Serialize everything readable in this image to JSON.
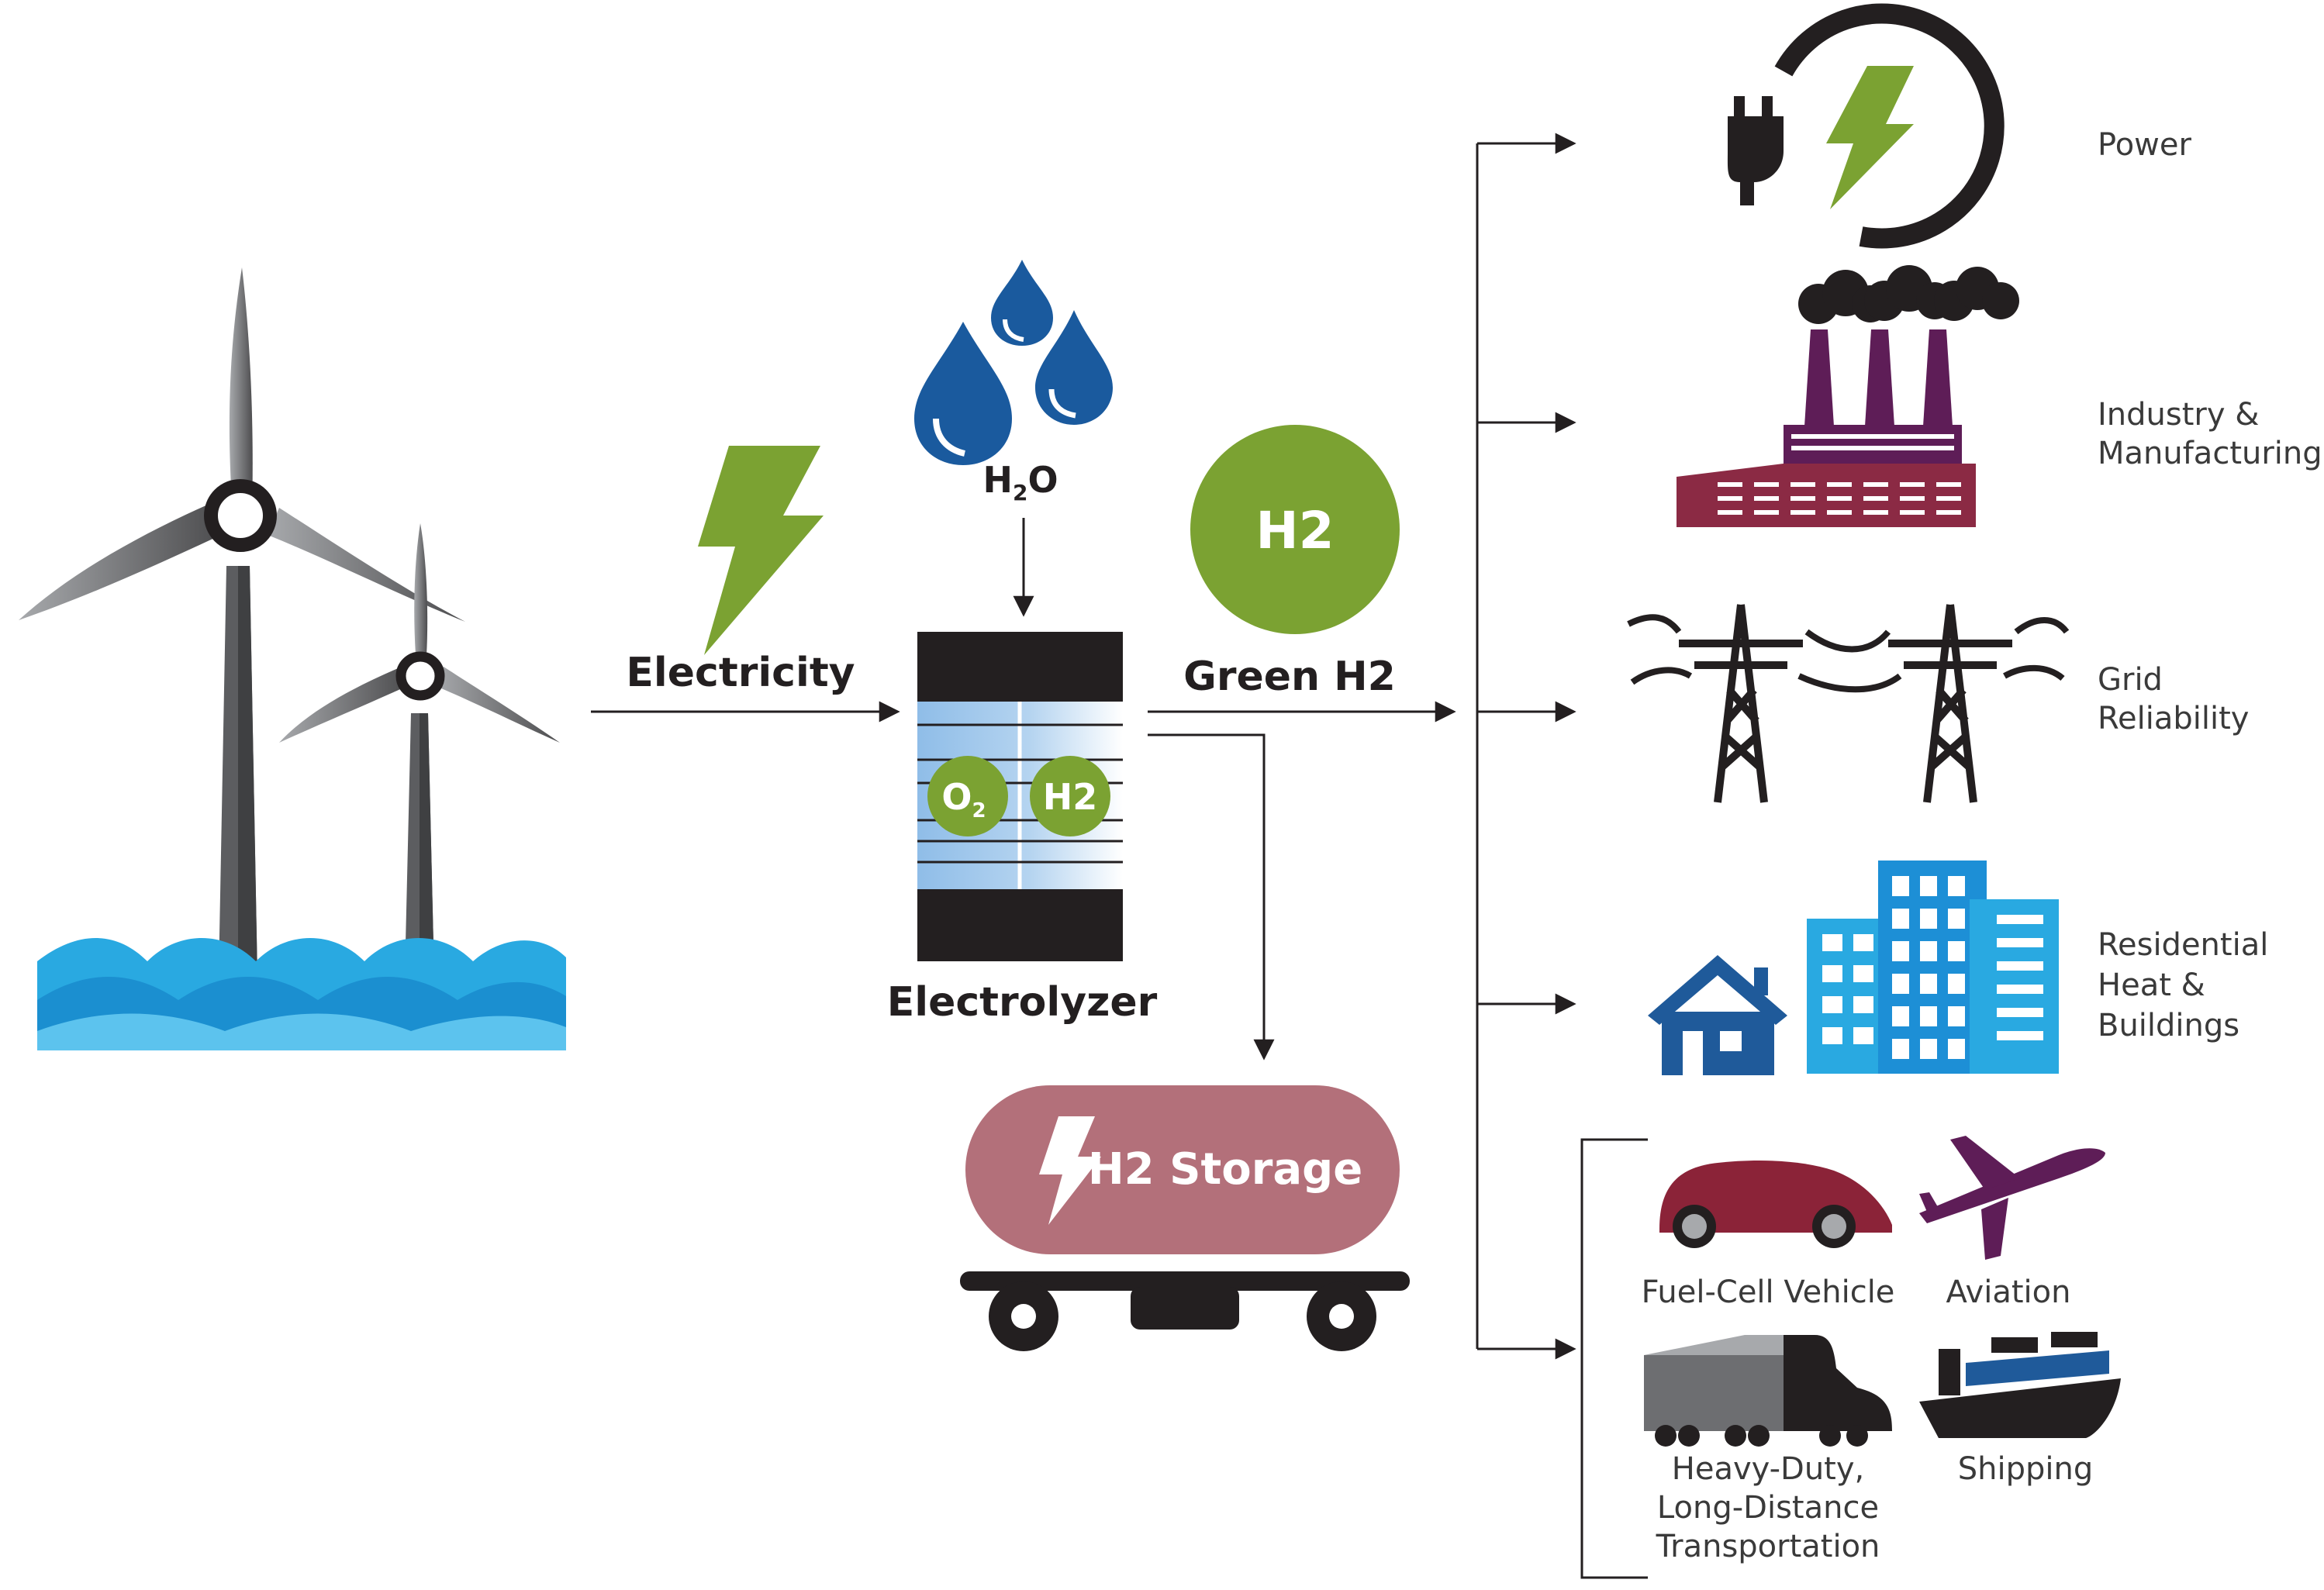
{
  "process": {
    "electricity_label": "Electricity",
    "water_label_main": "H",
    "water_label_sub": "2",
    "water_label_end": "O",
    "electrolyzer_label": "Electrolyzer",
    "oxygen_main": "O",
    "oxygen_sub": "2",
    "hydrogen_cell_label": "H2",
    "green_h2_label": "Green H2",
    "h2_circle_label": "H2",
    "storage_label": "H2 Storage"
  },
  "end_uses": {
    "power": "Power",
    "industry_line1": "Industry &",
    "industry_line2": "Manufacturing",
    "grid_line1": "Grid",
    "grid_line2": "Reliability",
    "residential_line1": "Residential",
    "residential_line2": "Heat &",
    "residential_line3": "Buildings",
    "transport": {
      "fuel_cell": "Fuel-Cell Vehicle",
      "aviation": "Aviation",
      "heavy_line1": "Heavy-Duty,",
      "heavy_line2": "Long-Distance",
      "heavy_line3": "Transportation",
      "shipping": "Shipping"
    }
  },
  "colors": {
    "green": "#7ba232",
    "blue_water": "#1a5a9e",
    "sea_blue": "#29a9e1",
    "industry_maroon": "#8b2a44",
    "factory_purple": "#5e1d57",
    "storage_pink": "#b3707a",
    "car_red": "#8b2338",
    "building_blue": "#1d8fd6",
    "house_blue": "#1f5a9a",
    "dark": "#231f20",
    "turbine_gray": "#6d6e71"
  }
}
